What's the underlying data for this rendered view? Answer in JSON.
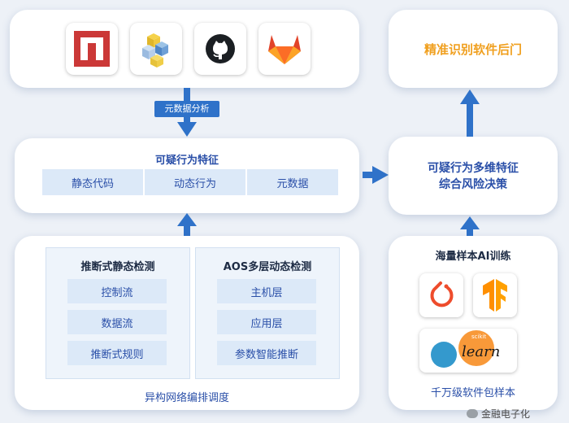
{
  "top_right": {
    "title": "精准识别软件后门"
  },
  "arrow_label": "元数据分析",
  "features": {
    "title": "可疑行为特征",
    "cells": [
      "静态代码",
      "动态行为",
      "元数据"
    ]
  },
  "decision": {
    "line1": "可疑行为多维特征",
    "line2": "综合风险决策"
  },
  "static_detect": {
    "title": "推断式静态检测",
    "items": [
      "控制流",
      "数据流",
      "推断式规则"
    ]
  },
  "dynamic_detect": {
    "title": "AOS多层动态检测",
    "items": [
      "主机层",
      "应用层",
      "参数智能推断"
    ]
  },
  "bottom_left": {
    "footer": "异构网络编排调度"
  },
  "training": {
    "title": "海量样本AI训练",
    "footer": "千万级软件包样本",
    "sklearn_small": "scikit",
    "sklearn_big": "learn"
  },
  "watermark": "金融电子化",
  "colors": {
    "accent": "#2a4fa8",
    "arrow": "#2f72c9",
    "orange_title": "#f0a020"
  }
}
